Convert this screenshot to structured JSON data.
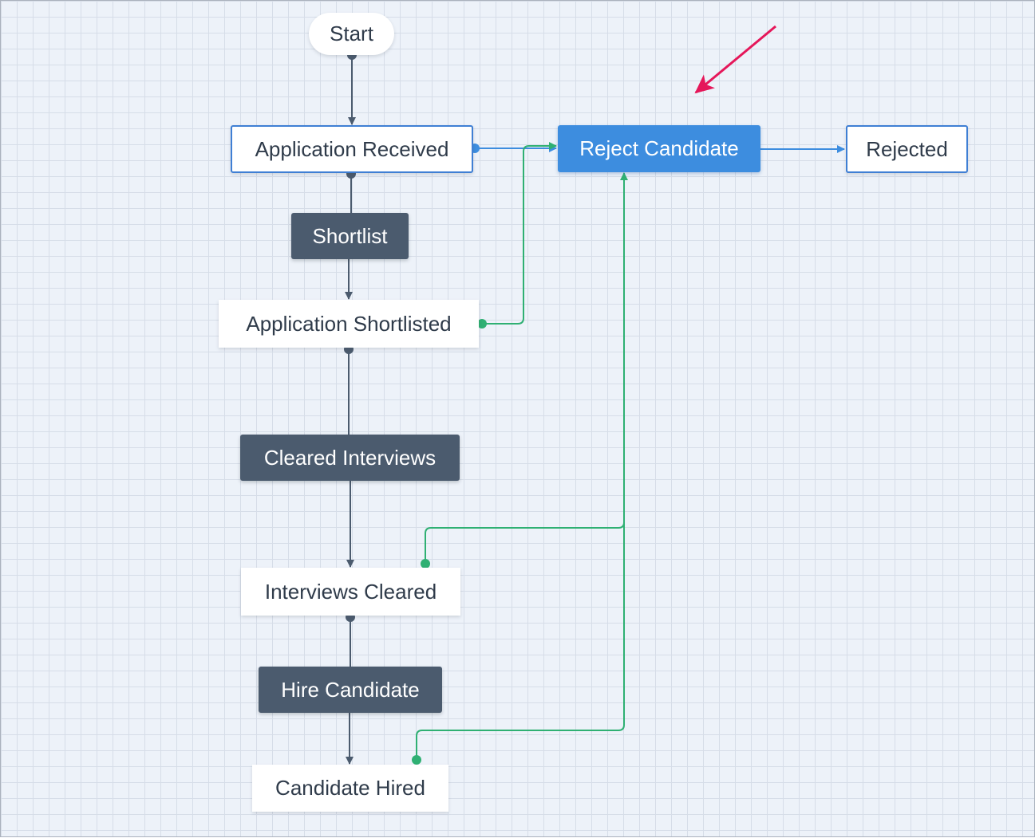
{
  "nodes": {
    "start": "Start",
    "application_received": "Application Received",
    "shortlist": "Shortlist",
    "application_shortlisted": "Application Shortlisted",
    "cleared_interviews": "Cleared Interviews",
    "interviews_cleared": "Interviews Cleared",
    "hire_candidate": "Hire Candidate",
    "candidate_hired": "Candidate Hired",
    "reject_candidate": "Reject Candidate",
    "rejected": "Rejected"
  },
  "colors": {
    "flow_edge": "#4b5b6e",
    "selected_edge": "#3d8ddf",
    "reject_edge": "#2fb073",
    "annotation_arrow": "#e5175a",
    "action_node": "#4b5b6e",
    "selected_node": "#3d8ddf"
  }
}
